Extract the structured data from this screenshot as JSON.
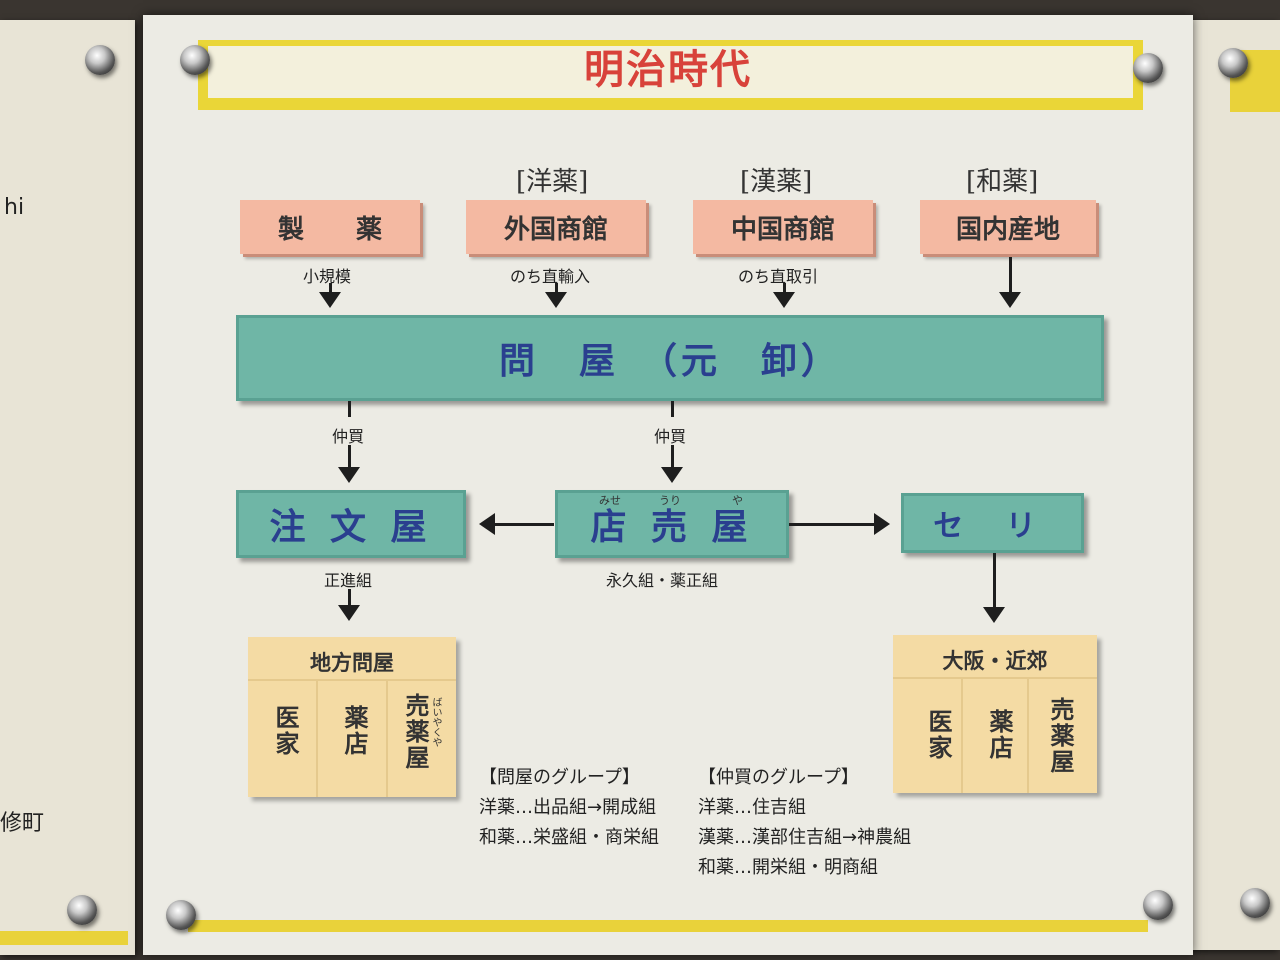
{
  "title": "明治時代",
  "left_panel_fragments": [
    "hi",
    "修町"
  ],
  "brackets": [
    "[洋薬]",
    "[漢薬]",
    "[和薬]"
  ],
  "sources": [
    "製　　薬",
    "外国商館",
    "中国商館",
    "国内産地"
  ],
  "source_labels": [
    "小規模",
    "のち直輸入",
    "のち直取引"
  ],
  "wholesaler": "問　屋　（元　卸）",
  "middle_labels": [
    "仲買",
    "仲買"
  ],
  "mid_boxes": {
    "order": "注 文 屋",
    "shop": "店 売 屋",
    "shop_ruby": [
      "みせ",
      "うり",
      "や"
    ],
    "auction": "セ リ"
  },
  "mid_sublabels": {
    "order": "正進組",
    "shop": "永久組・薬正組"
  },
  "left_dest": {
    "title": "地方問屋",
    "items": [
      "医家",
      "薬店",
      "売薬屋"
    ],
    "ruby": "ばいやくや"
  },
  "right_dest": {
    "title": "大阪・近郊",
    "items": [
      "医家",
      "薬店",
      "売薬屋"
    ]
  },
  "notes_left": {
    "heading": "【問屋のグループ】",
    "lines": [
      "洋薬…出品組→開成組",
      "和薬…栄盛組・商栄組"
    ]
  },
  "notes_right": {
    "heading": "【仲買のグループ】",
    "lines": [
      "洋薬…住吉組",
      "漢薬…漢部住吉組→神農組",
      "和薬…開栄組・明商組"
    ]
  },
  "colors": {
    "title": "#d8423a",
    "pink": "#f4b9a2",
    "teal": "#6fb6a6",
    "teal_text": "#2a3f8f",
    "cream": "#f4dba4",
    "yellow": "#e9d23a"
  }
}
